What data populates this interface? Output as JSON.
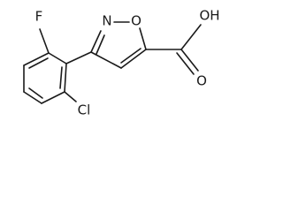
{
  "diagram": {
    "type": "chemical-structure",
    "colors": {
      "background": "#ffffff",
      "bond": "#1a1a1a",
      "label": "#1a1a1a"
    },
    "atom_labels": {
      "fluorine": "F",
      "chlorine": "Cl",
      "isoxazole_nitrogen": "N",
      "isoxazole_oxygen": "O",
      "hydroxyl": "OH",
      "carbonyl_oxygen": "O"
    }
  }
}
